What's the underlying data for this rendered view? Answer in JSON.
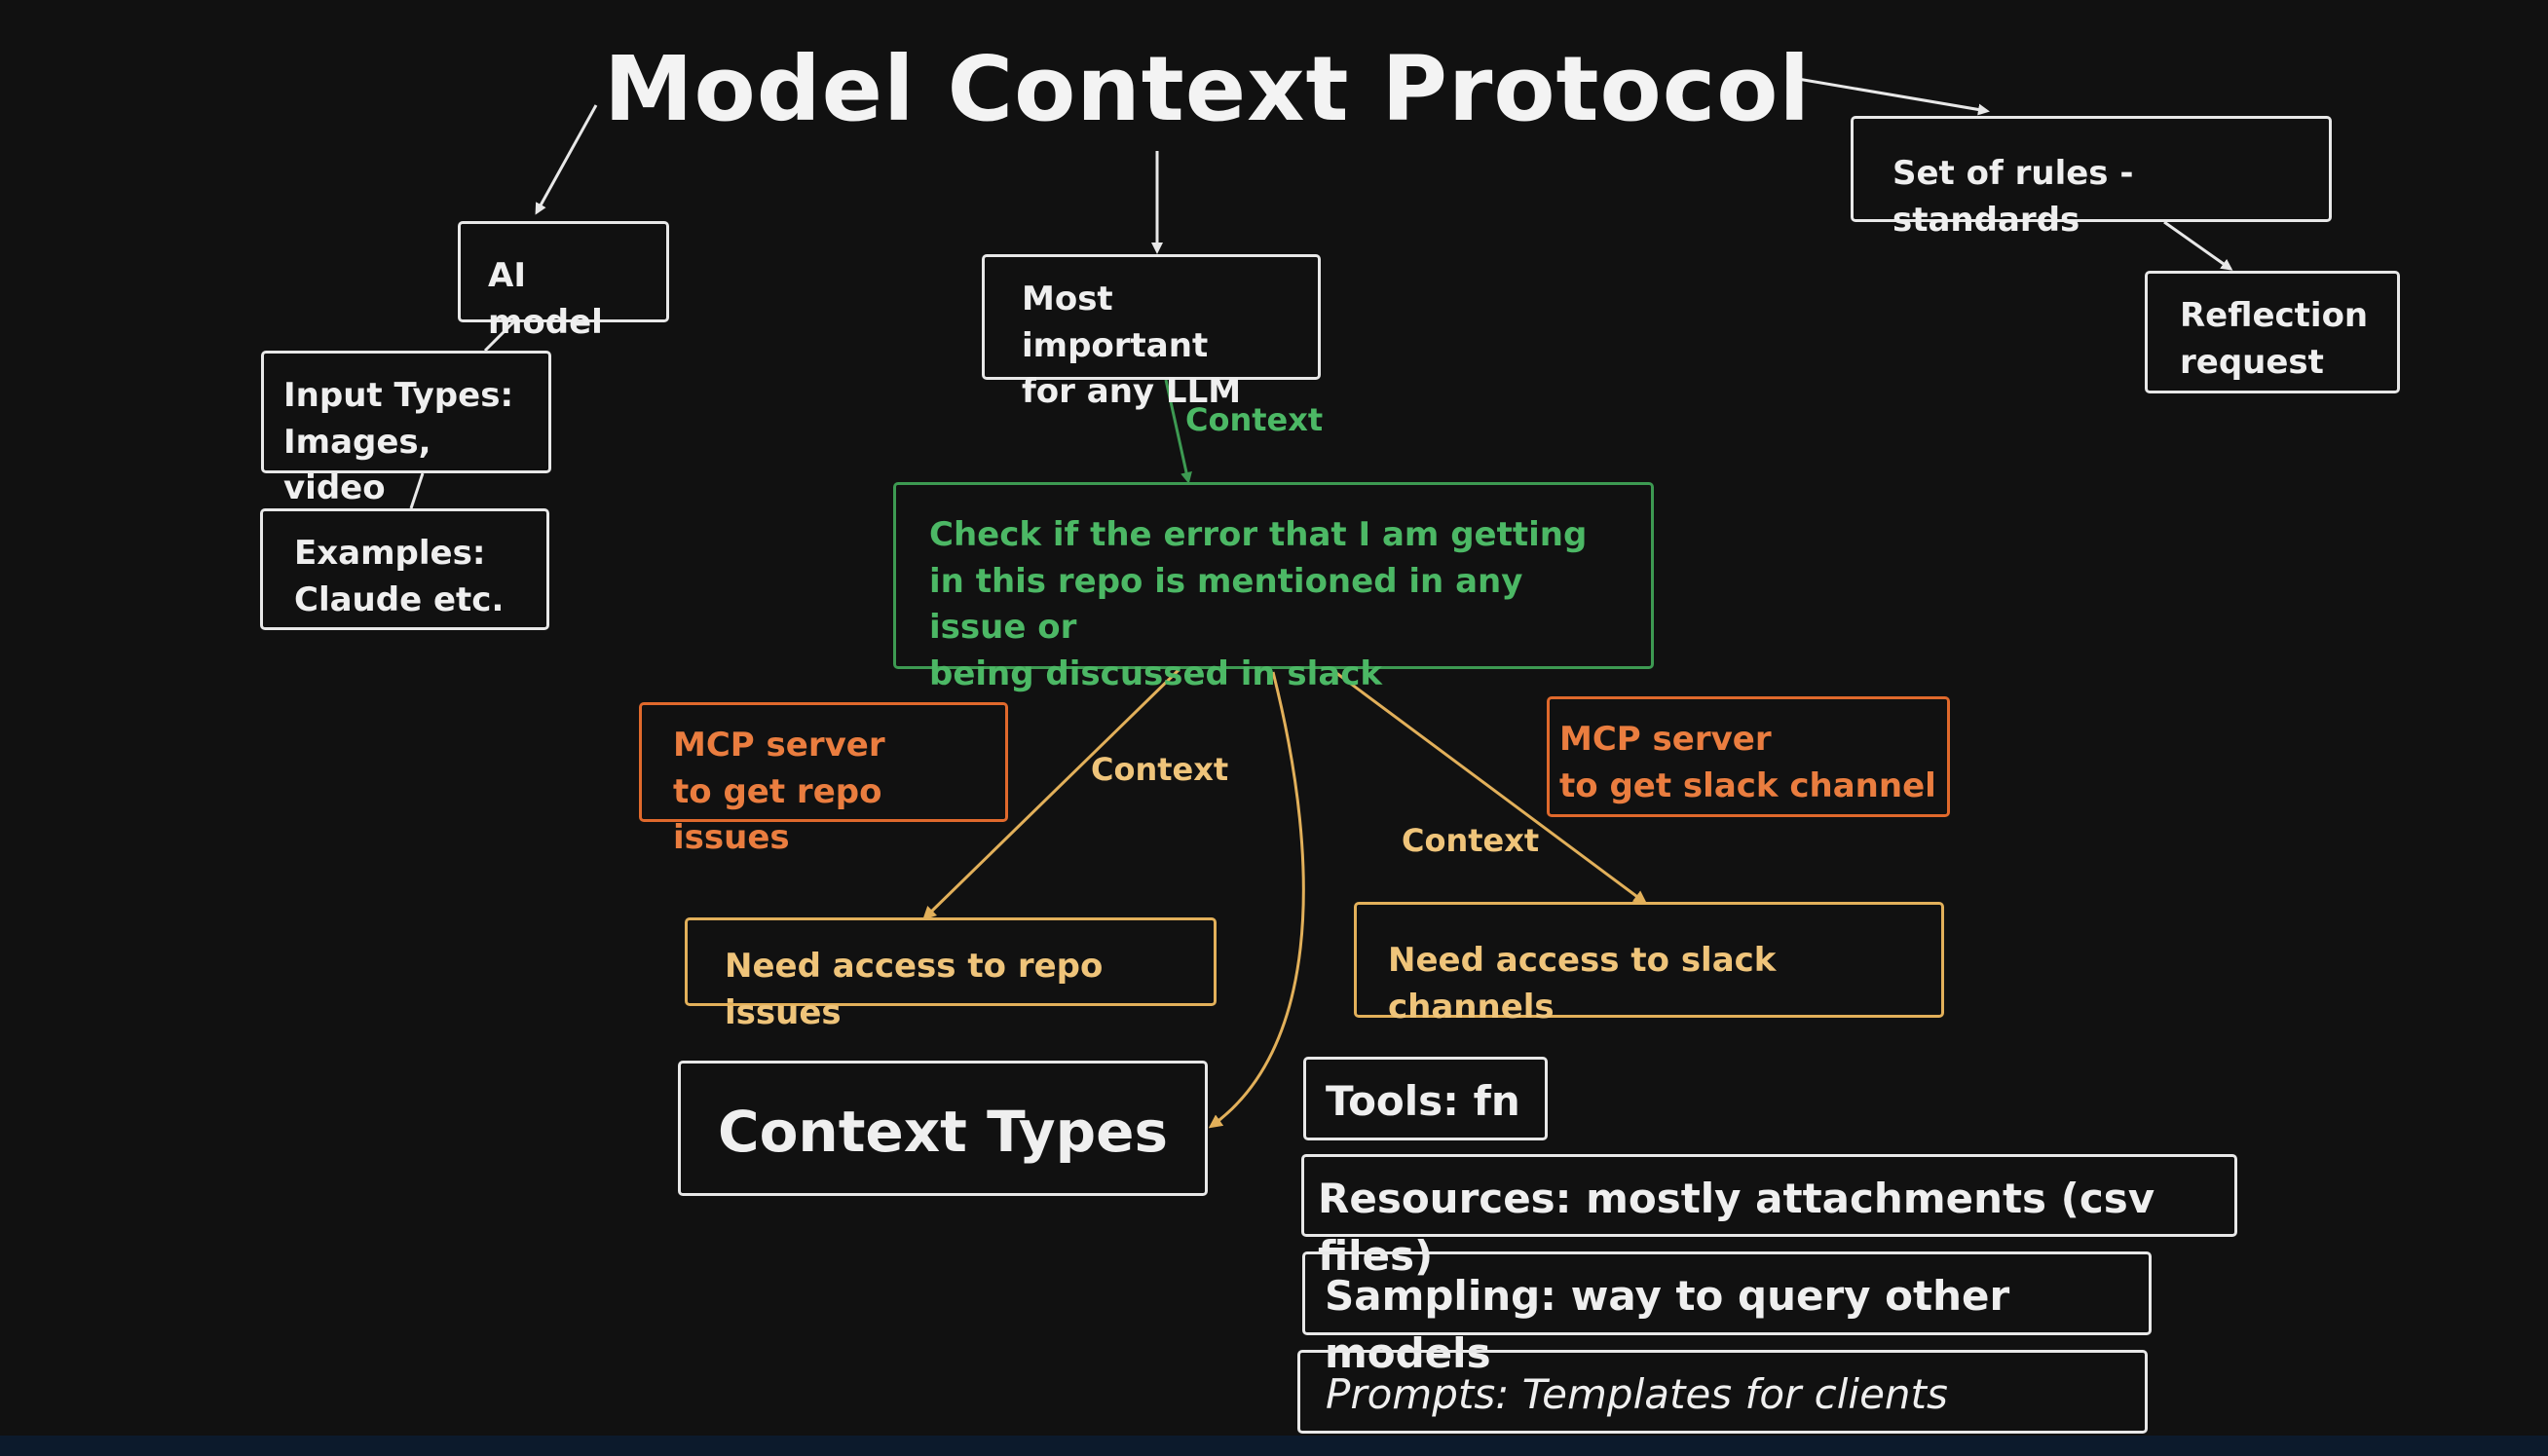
{
  "title": "Model Context Protocol",
  "nodes": {
    "ai_model": "AI model",
    "input_types": "Input Types:\nImages, video",
    "examples": "Examples:\nClaude etc.",
    "most_important": "Most important\nfor any LLM",
    "set_of_rules": "Set of rules - standards",
    "reflection": "Reflection\nrequest",
    "check_error": "Check if the error that I am getting\nin this repo is mentioned in any issue or\nbeing discussed in slack",
    "mcp_repo": "MCP server\nto get repo issues",
    "mcp_slack": "MCP server\nto get slack channel",
    "need_repo": "Need access to repo issues",
    "need_slack": "Need access to slack channels",
    "context_types": "Context Types"
  },
  "edge_labels": {
    "context_top": "Context",
    "context_left": "Context",
    "context_right": "Context"
  },
  "context_type_list": [
    "Tools: fn",
    "Resources: mostly attachments  (csv files)",
    "Sampling: way to query other models",
    "Prompts: Templates for clients"
  ],
  "colors": {
    "background": "#111111",
    "white": "#e8e8e8",
    "green": "#3d9a52",
    "orange": "#e0692c",
    "yellow": "#e2b05a"
  }
}
